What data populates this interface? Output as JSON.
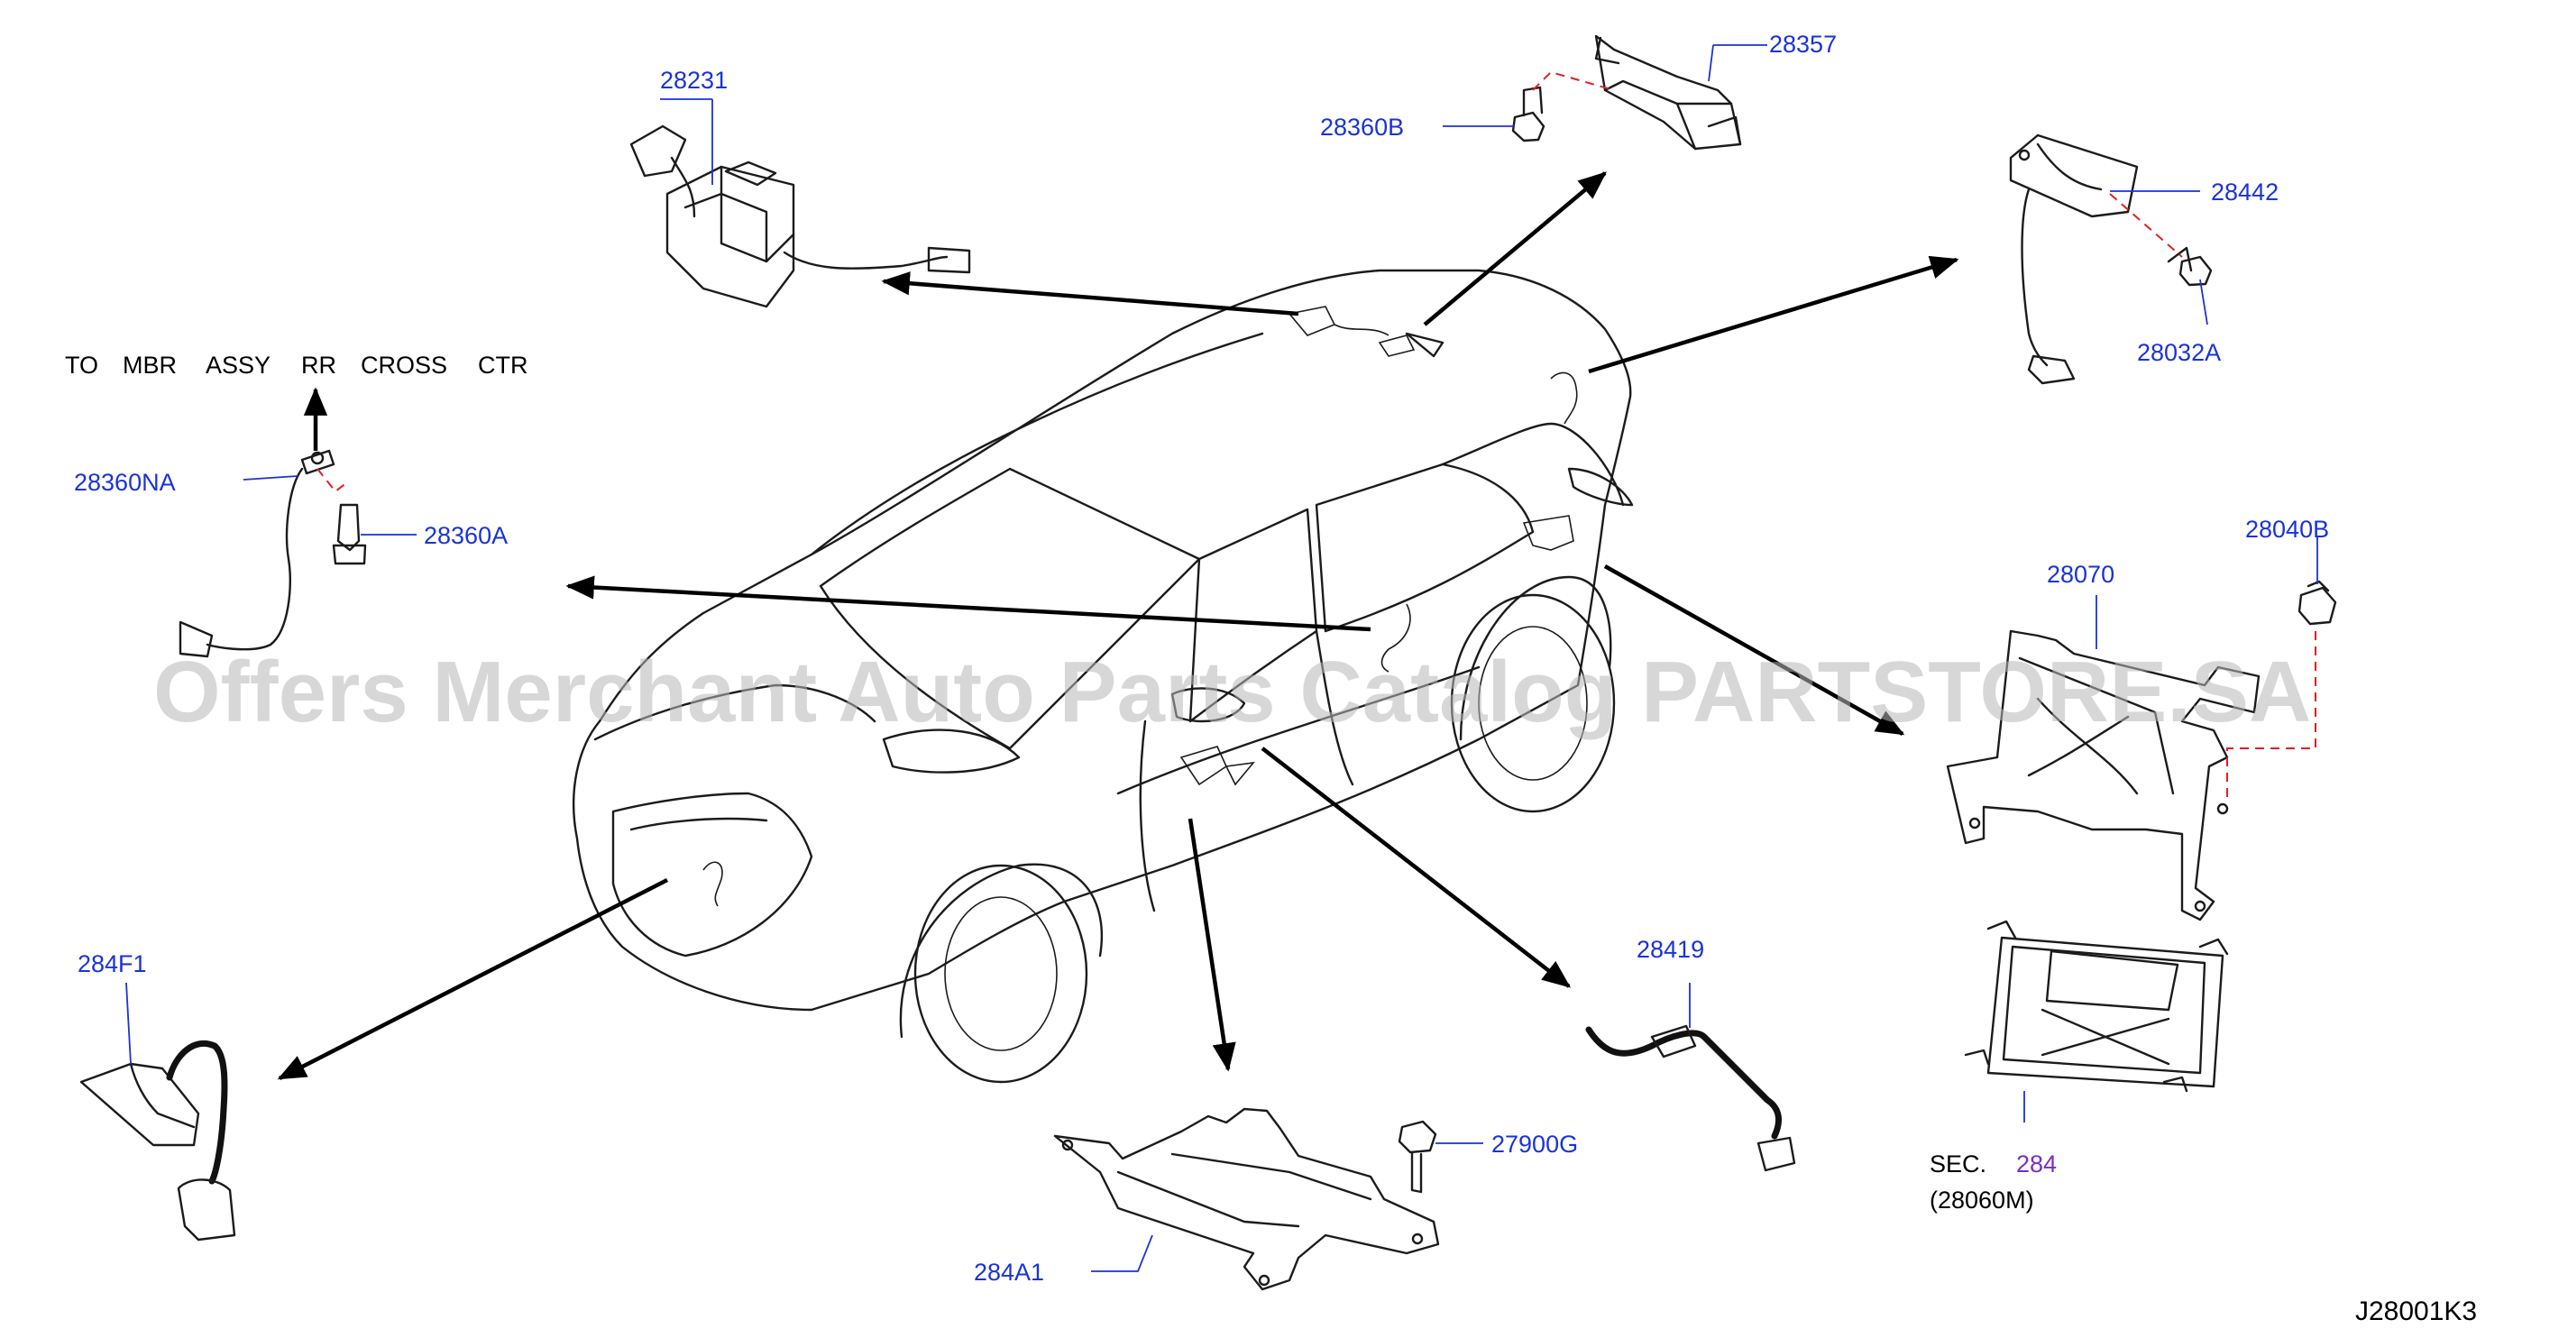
{
  "labels": {
    "p28231": "28231",
    "p28357": "28357",
    "p28360B": "28360B",
    "p28442": "28442",
    "p28032A": "28032A",
    "p28360NA": "28360NA",
    "p28360A": "28360A",
    "p28070": "28070",
    "p28040B": "28040B",
    "p28419": "28419",
    "p27900G": "27900G",
    "p284A1": "284A1",
    "p284F1": "284F1",
    "sec_prefix": "SEC.",
    "sec_number": "284",
    "sec_part": "(28060M)"
  },
  "note": {
    "w1": "TO",
    "w2": "MBR",
    "w3": "ASSY",
    "w4": "RR",
    "w5": "CROSS",
    "w6": "CTR"
  },
  "watermark": "Offers Merchant Auto Parts Catalog PARTSTORE.SA",
  "diagram_id": "J28001K3",
  "colors": {
    "part_label": "#1a33d6",
    "section_ref": "#7b2fbf",
    "mount_line": "#e02020",
    "ink": "#1b1b1b"
  }
}
